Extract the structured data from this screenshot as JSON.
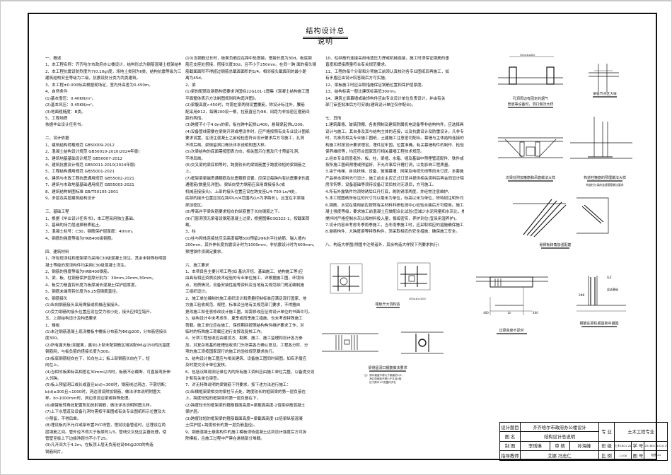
{
  "title": "结构设计总说明",
  "notes": {
    "col1": [
      "一、概述",
      "1、本工程名称：齐齐哈尔市政府办公楼设计，结构形式为钢筋混凝土框架结构。",
      "2、本工程抗震设防烈度为7(0.10g)度，场地土类别为Ⅱ类，结构抗震等级为三级，",
      "    建筑结构安全等级为二级，抗震设防分类为丙类建筑。",
      "3、本工程±0.000标高根据现场定，室内外高差为0.450m。",
      "4、自然条件",
      "(1)基本雪压：0.40KN/m²。",
      "(2)基本风压：0.45KN/m²。",
      "(3)地面粗糙度：B类。",
      "5、工程地质",
      "依据毕业设计任务书。",
      "",
      "二、设计依据",
      "1、建筑结构荷载规范 GB50009-2012",
      "2、混凝土结构设计规范 GB50010-2010(2024年版)",
      "3、建筑地基基础设计规范 GB50007-2012",
      "4、建筑抗震设计规范 GB50011-2010(2024年版)",
      "5、工程结构通用规范 GB55001-2021",
      "6、建筑与市政工程抗震通用规范 GB55002-2021",
      "7、建筑与市政地基基础通用规范 GB55003-2021",
      "8、建筑结构制图标准 GB/T50105-2001",
      "9、多层及高层建筑结构设计",
      "",
      "三、基础工程",
      "1、根据《毕业设计任务书》，本工程采用独立基础。",
      "2、基础的持力层选择粉质粘土。",
      "3、混凝土标号：C30，钢筋保护层厚度：40mm。",
      "4、钢筋的强度等级为HRB400级钢筋。",
      "",
      "四、建筑材料",
      "1、所有现浇柱和框架梁均采用C30级混凝土浇注，其余未特殊标明混",
      "凝土等级的现浇构件均采用C30级混凝土浇注。",
      "2、钢筋的强度等级为HRB400钢筋。",
      "3、梁、板、柱钢筋保护层厚分别为：30mm,20mm,30mm。",
      "4、板受力筋直钩长度为板厚减去混凝土保护层厚度。",
      "5、钢筋末端弯钩长度为6.25倍钢筋直径。",
      "6、钢筋接头",
      "(1)纵向钢筋接头采用焊接或机械连接接头。",
      "(2)受力钢筋的接头位置应设在受力较小处，接头应相互错开。",
      "五、上部结构设计及构造要求",
      "1、楼板",
      "(1)未注钢筋混凝土现浇楼板中楼板分布筋为Φ6@200，分布筋搭接长",
      "度300。",
      "(2)所有露天板(如屋面，露台)上部未配钢筋区域另配Φ6@150的抗温度",
      "钢筋网，与板负筋的搭接长度为300。",
      "(3)板底钢筋短向在下，长向在上；板上部钢筋长向在下，短",
      "向在上。",
      "(4)当相邻板面标高相差在30mm以内时，板筋不必截断，可直接弯折伸",
      "入邻跨。",
      "(5)板上预留洞口或长或直径b(d)<300时，钢筋绕过洞边，不需切断；",
      "b(d)≥300且<1000时，洞边须设附加钢筋，做法详本说明附图大",
      "样。b>1000mm时，洞边须设边梁或特殊处理。",
      "(6)悬臂板转角处配置附加放射钢筋，做法详本说明附图大样。",
      "(7)上下水管道及设备孔洞均需按平面图或有关专业图纸所示位置及大",
      "小预留，不得后凿。",
      "(8)埋设板内不允许或架布置PVC线管，埋设设备管道时，应埋设在两",
      "层钢筋之间。管外径不得大于板厚的1/3，管线交叉处应妥善处理，使",
      "管壁至板上下边缘净距均不小于25。",
      "(9)凡开间大于4.2m，在板顶上层无负筋处设Φ6@200的构造",
      "钢筋网片。"
    ],
    "col2": [
      "(10)当钢筋过长时，板面负筋应在跨中处搭接，搭接长度为30d，板底钢",
      "筋应支座处搭接，搭接长度30d，且不小于250mm。在同一跨 面的接头钢",
      "筋截面面积不得超过钢筋总截面面积的1/4。相邻接头截面间的最小距",
      "离为45d。",
      "2、梁",
      "(1)梁的配筋及钢筋构造要求详国标22G101-1图集《混凝土结构施工图",
      "平面整体表示方法制图规则和构造详图》。",
      "(2)梁腹高度>450时，均需在梁两侧设置腰筋，除设计标注外，腰筋",
      "配采用Φ12，每隔200设一根，拉筋直径为Φ8，间距为非加密区箍筋间",
      "距的两倍。",
      "(3)跨度不小于4.0m的梁，板在跨中起拱L/400，悬臂梁起拱L/200。",
      "(4)设备管线需要在梁侧开洞或埋设件时，应严格按照有关专业设计图纸",
      "要求设置，在浇注混凝土之前经检查符合设计要求后方可施工，孔洞",
      "不得后凿。梁侧留洞口做法详本说明附图大样。",
      "(5)次梁结构的底面需按图表方向，相关图示位置及尺寸预留孔洞，",
      "不得后凿。",
      "(6)交叉梁的梁底相等时，跨度较长的梁钢筋置于跨度较短的梁钢筋之",
      "上。",
      "(7)框架梁梁端贯通箍筋及抗震箍筋设置，应保证每跨内有抗震要求的直",
      "通箍筋(数量见详图)。梁纵向受力钢筋应采用焊接接头(或",
      "机械连接接头)。上部的接头位置应设在跨支座L/4-750-Ln/4处，",
      "底部的接头位置应设在跨中Ln/4范围内(Ln为净跨长)，且宜在平梁端",
      "部加密区。",
      "(8)等高井字梁纵筋要求短向的纵筋置于长向钢筋之下。",
      "(9)门窗洞顶无梁者设钢筋混凝土过梁，根据图集03G322-1，按截面荷",
      "载。",
      "3、柱",
      "(1)柱与砌体连接处应沿高度每隔500预留2Φ6水平拉结筋，锚入墙内",
      "200mm，其外伸长度抗震设计时为1000mm，非抗震设计时为600mm，",
      "预埋铁件须满足要求。",
      "",
      "六、施工要求",
      "1、本项目各主要分项工程(如 基坑开挖、基础施工、结构施工等)应",
      "由具有相应资质及技术经验的专业单位施工。详根据施工图，环境特",
      "点，地质情况，设备安装性能等资料及当地有关规范部门规定编制施",
      "工组织设计。",
      "2、施工单位编制的施工组织设计和质量控制标准应满足现行国家、地",
      "方施工验收规范、规程，标准及当地有关规范部门要求，不得擅自",
      "更改施工和任意修改设计施工图，如需修改应征得设计单位的书面许可。",
      "3、结构设计中未考虑冬、夏季或雨季施工措施，也未考虑特殊施工",
      "荷载。施工单位应在施工、保修期间按照结构构件维护要求工作，对",
      "临时的特殊施工荷载应进行支撑及复核工作。",
      "4、分项工程验收应由建设方、勘察、施工、施工监理和设计各方参",
      "加，对复杂地基的桩槽验收须门头所需各方确认意见。工程各分阶、分",
      "项的施工须按国家现行的施工的验收规范要求执行。",
      "5、结构设计施工图应与相关建筑、设备施工图同时阅图，如有矛盾应",
      "及时提交设计单位复核。",
      "6、包括沉降观测记录在内的所有施工资料应由施工单位完整，以备提交设",
      "计和有关单位审查。",
      "7、对无特殊说明的梁钢筋下列要求，按下述方法进行施工：",
      "(1)纵横框架梁相交的梁柱节点处，跨度较长的框架梁的第一层负筋在",
      "上，跨度较短的框架梁的第一层负筋在下。",
      "(2)跨度较长的框架梁的箍筋截面高度=梁截面高度-2倍梁纵筋混凝土",
      "保护层。",
      "(3)跨度较短的框架梁的箍筋截面高度=梁截面高度-(2倍梁纵筋混凝",
      "土保护层+跨度较长的第一层负筋直径)。",
      "9、钢筋混凝土悬挑构件的施工模板须待混凝土达到设计强度后方可拆",
      "除模板，且施工过程中严禁在悬挑部分堆载。"
    ],
    "col3": [
      "10、柱纵筋的连接采用电渣压力焊或机械连接，施工时须保证钢筋的垂",
      "直度和焊接质量符合有关规范要求。",
      "11、工程的每个分部和分项施工前须认真核对各专业图纸后再施工，如",
      "有矛盾应由设计院答疑后方可实施。",
      "12、梁板施工时应采取措施保证钢筋位置和保护层厚度。",
      "13、结构标高一般比建筑标高低30mm。",
      "14、建筑立面幕墙或装饰构件应由专业设计单位负责设计，并由有关",
      "部门审查批准后方可安装(建筑设计单位仅作配合)。",
      "",
      "七、其他",
      "1.建筑幕墙、玻璃顶棚、各类预制及建筑附属机电设备等非结构构件，应选择具有相应资质的单位进行",
      "  设计与施工。其自身及其与结构主体的连接，以及抗震设计及防雷设计，凡非专业施工图纸与本",
      "  时，均承其相关专业施工图纸，土建施工注意密切配合。幕墙与主体结构连接的预埋件，应在主体结",
      "  构施工时按设计要求埋设，埋件应牢固，位置准确。有关幕墙构件的制作、检验、安装施工、验收及",
      "  保养维修等，均应符合国家现行相关幕墙工程技术规范。",
      "2.经本专业同意者外，板、柱、梁墙、水箱、墙及基础中预埋管道配件、铁件或预留孔洞者，均须事先",
      "  按所施工图纸预埋或预留好，不允许事后开槽打洞，以免影响工程质量。",
      "3.由于电梯、自动扶梯、设备、玻璃幕墙、网架及电视天线等尚未订货，本套施工图按业主提供的相关",
      "  产品样本资料先行设计，施工前业主应正式订货并提供相关资料后再会同设计院，电梯基坑，电梯机",
      "  房吊钩等，设备基础等须待设备订货后核对无误后，方可施工。",
      "4.所有外露铁件均须除锈后红丹打底，刷防锈漆两度，并经常注意维护。",
      "5.本工程图纸所标注的尺寸均以毫米为单位，标高以米为单位，除特别注明外均以现场放样为准。",
      "6.钢筋、水泥在使用前应按照有关材料科研检测中心检验合格后方可使用。施工必须严格按照混",
      "  凝土强度等级，要求施工前混凝土应做配合比试验(宜减少水泥用量和水灰比，掺入合适的外加剂)，",
      "  搅拌时严格控制水灰比和材料投入量，振捣密实，养护到位(宜采用湿养护)。",
      "7.设计内容未考虑冬季雨季施工，当冬雨季施工时，应采取相应的措施确保施工质量。",
      "8.悬挑构件、大跨度梁等特殊构件，须采取相应的安全措施，确保施工安全。",
      "",
      "八、构造大样图(除图中注明者外，其余构造大样按下列要求执行)"
    ]
  },
  "details": {
    "hole_pipe": "孔洞周边有固定的烟气",
    "hole_pipe_2": "管道等设备时，洞口做法大样",
    "hole_dim": "300≤b≤800",
    "slab_node": "梁板节点区大样",
    "beam_hanger": "次梁处附加箍筋和吊筋做法大样",
    "tie_column": "构造柱箍筋的预埋做法大样",
    "tie_column_sub": "构造柱与梁的连接箍筋做法要求",
    "cantilever_corner": "悬臂板转角加强配筋",
    "slab_opening": "楼板开大洞构造",
    "slab_opening_dim": "300≤b<1000",
    "beam_hole": "梁侧留洞口钢筋做法要求",
    "beam_hole_note": [
      "注：洞口高度不得大于梁高的1/3，",
      "净孔洞间距不得小于孔径3倍",
      "位于跨中1/3范围内开孔"
    ],
    "lintel": "过梁高度不足时",
    "lintel_dims": [
      "400",
      "Ln",
      "400"
    ],
    "anchor": "钢筋在梁柱或基础中锚固",
    "anchor_labels": [
      "GZ",
      "梁或基础",
      "2Φ8"
    ]
  },
  "title_block": {
    "project_label": "设计题目",
    "project": "齐齐哈尔市政府办公楼设计",
    "drawing_label": "图  名",
    "drawing": "结构设计总说明",
    "major_label": "专  业",
    "major": "土木工程专业",
    "drafter_label": "制  图",
    "drafter": "李琇琳",
    "reviewer_label": "审  核",
    "reviewer": "孙海峰",
    "class_label": "班  级",
    "class": "土木1801-20",
    "student_no_label": "学  号",
    "student_no": "2018027102(17)",
    "advisor_label": "指导教师",
    "advisor": "艾娜  冯志仁",
    "scale_label": "比  例",
    "scale": "1:100",
    "sheet_label": "图  号",
    "sheet": "结施-01"
  }
}
